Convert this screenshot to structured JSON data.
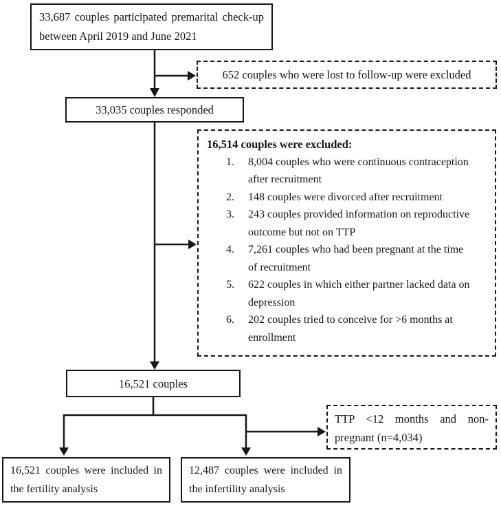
{
  "flow": {
    "boxes": {
      "participated": {
        "text": "33,687 couples participated premarital check-up between April 2019 and June 2021"
      },
      "lost_followup": {
        "text": "652 couples who were lost to follow-up were excluded"
      },
      "responded": {
        "text": "33,035 couples responded"
      },
      "excluded": {
        "header": "16,514 couples were excluded:",
        "items": [
          {
            "num": "1.",
            "text": "8,004 couples who were continuous contraception after recruitment"
          },
          {
            "num": "2.",
            "text": "148 couples were divorced after recruitment"
          },
          {
            "num": "3.",
            "text": "243 couples provided information on reproductive outcome but not on TTP"
          },
          {
            "num": "4.",
            "text": "7,261 couples who had been pregnant at the time of recruitment"
          },
          {
            "num": "5.",
            "text": "622 couples in which either partner lacked data on depression"
          },
          {
            "num": "6.",
            "text": "202 couples tried to conceive for >6 months at enrollment"
          }
        ]
      },
      "couples_16521": {
        "text": "16,521 couples"
      },
      "ttp_nonpregnant": {
        "text": "TTP <12 months and non-pregnant (n=4,034)"
      },
      "fertility": {
        "text": "16,521 couples were included in the fertility analysis"
      },
      "infertility": {
        "text": "12,487 couples were included in the infertility analysis"
      }
    },
    "colors": {
      "line": "#161616",
      "text": "#161616",
      "background": "#ffffff"
    }
  }
}
